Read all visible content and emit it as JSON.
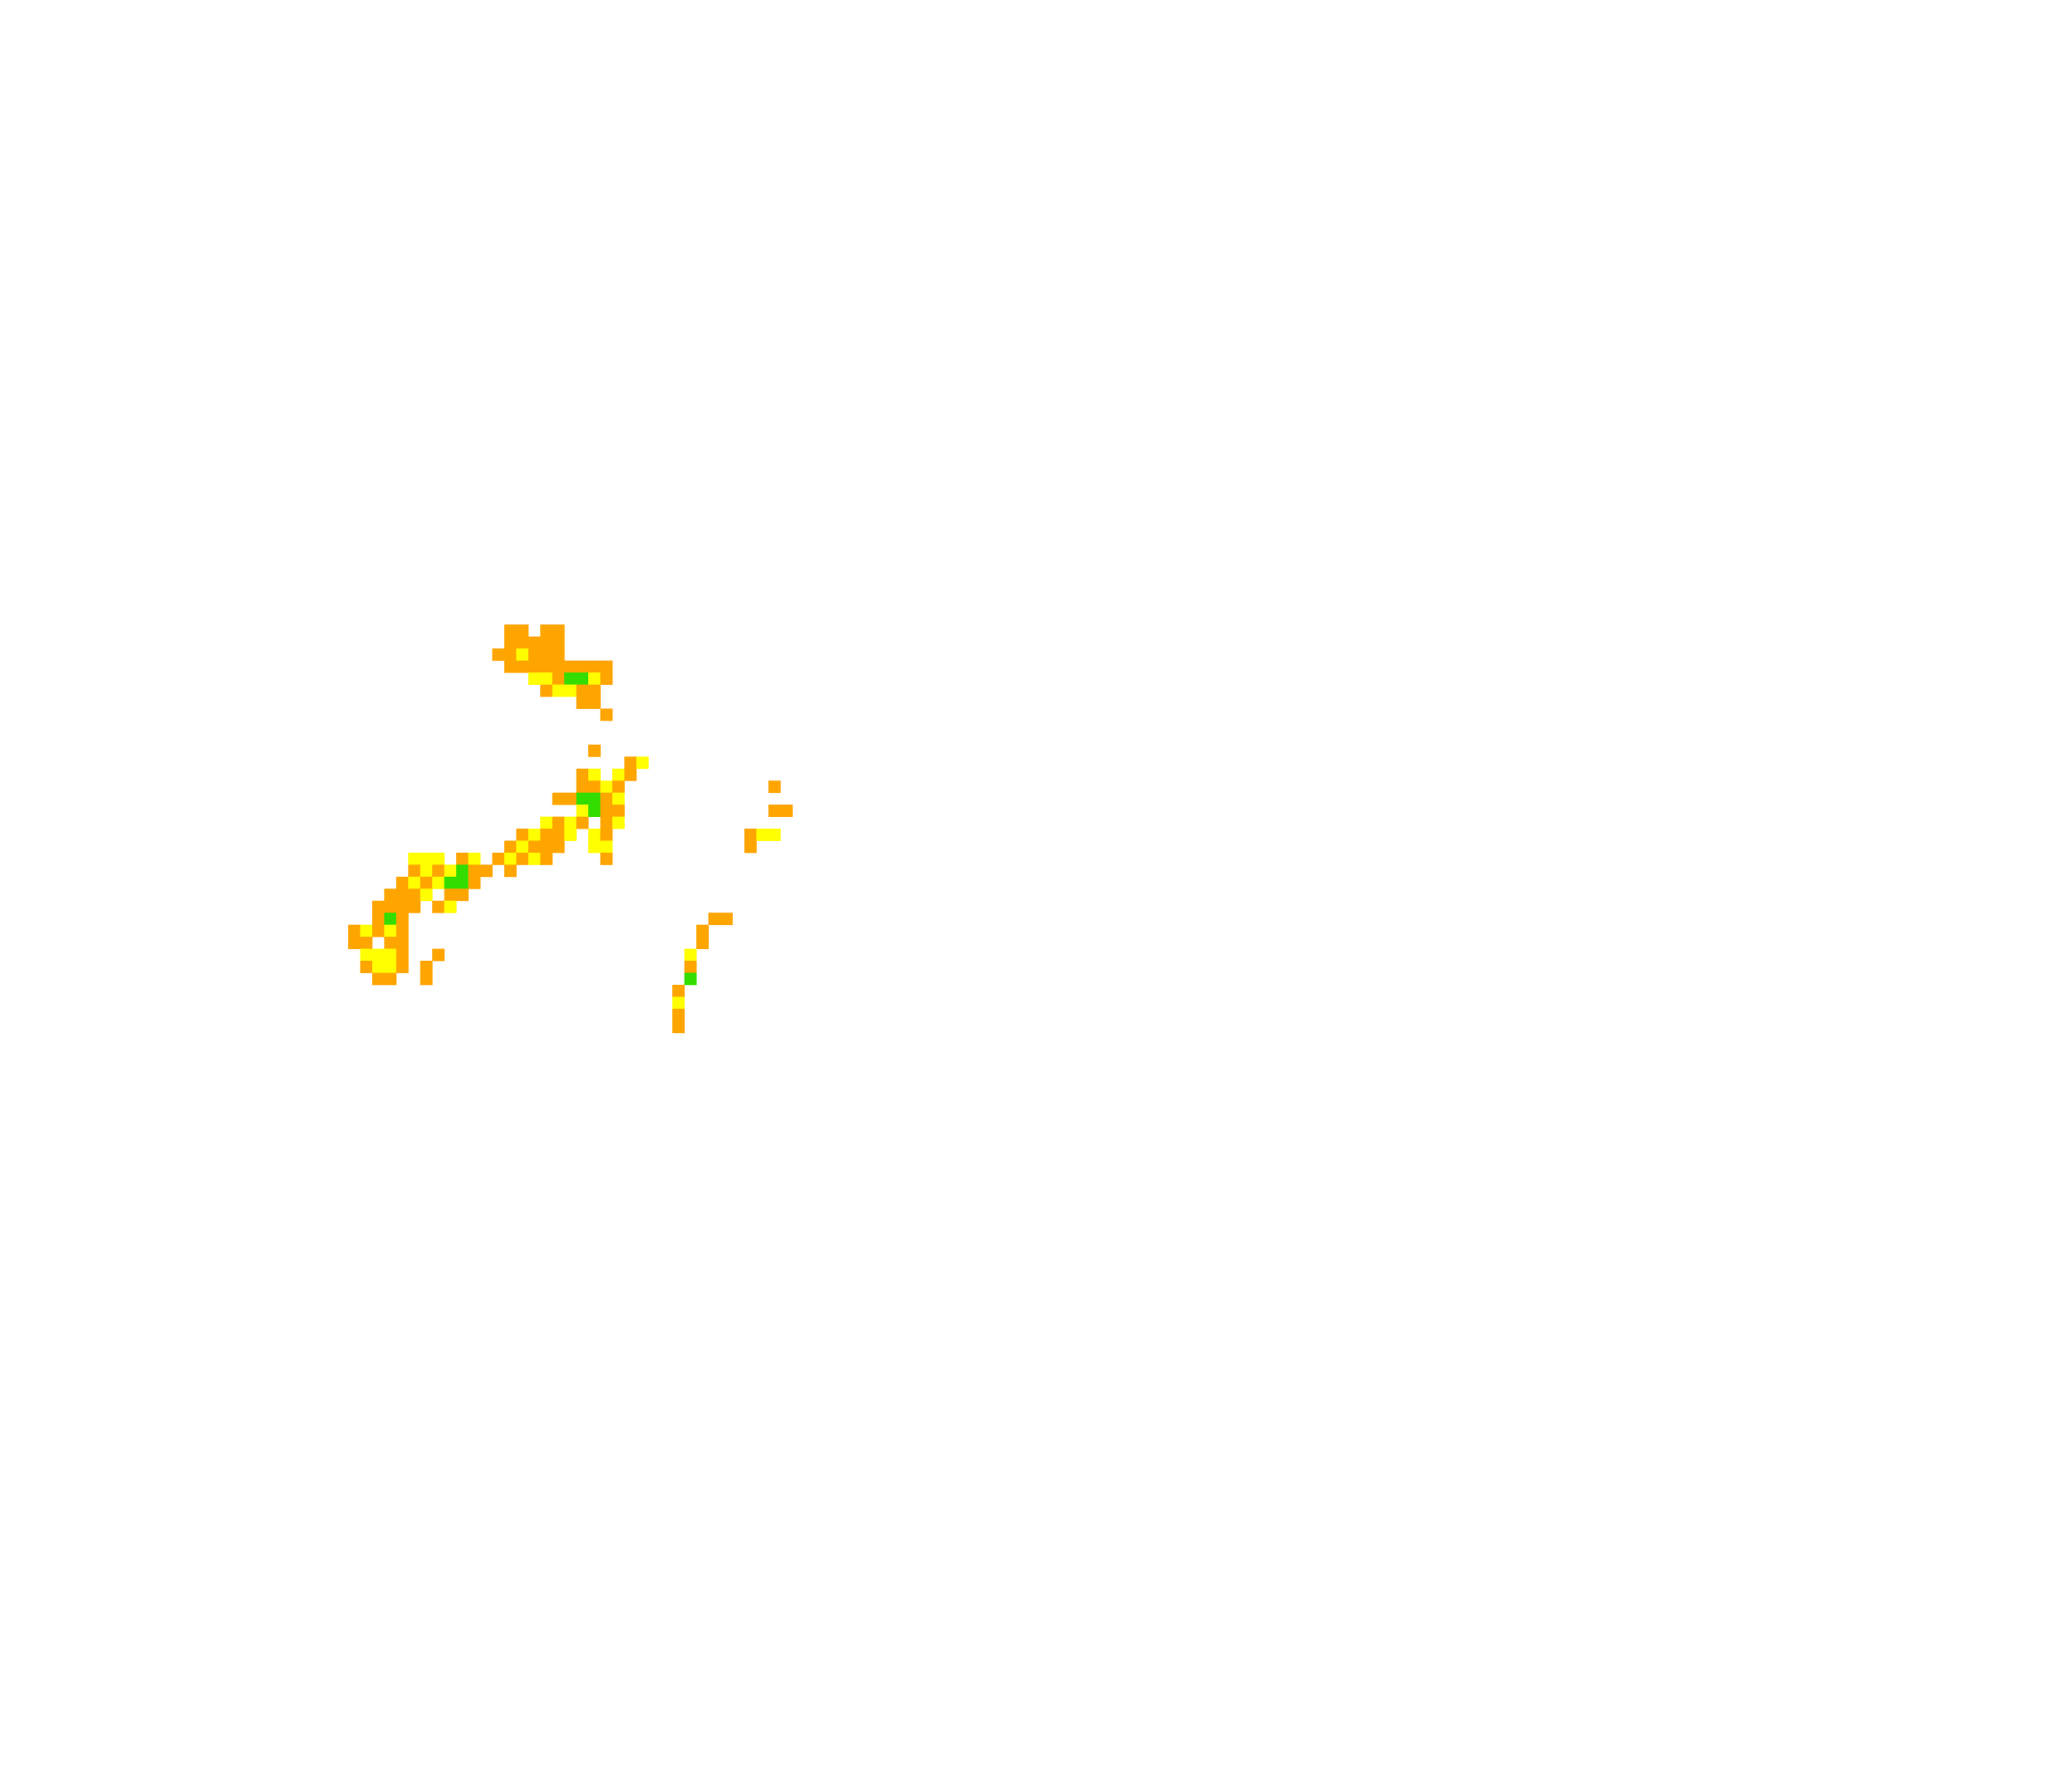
{
  "overlay": {
    "background": "#ffffff",
    "legend_colors": {
      "orange": "#ffa500",
      "yellow": "#ffff00",
      "green": "#33dd00"
    },
    "cell_grid": {
      "width": 171,
      "height": 149
    },
    "clusters": [
      {
        "name": "north-blob",
        "cells": [
          [
            42,
            52,
            "orange"
          ],
          [
            43,
            52,
            "orange"
          ],
          [
            45,
            52,
            "orange"
          ],
          [
            46,
            52,
            "orange"
          ],
          [
            42,
            53,
            "orange"
          ],
          [
            43,
            53,
            "orange"
          ],
          [
            44,
            53,
            "orange"
          ],
          [
            45,
            53,
            "orange"
          ],
          [
            46,
            53,
            "orange"
          ],
          [
            41,
            54,
            "orange"
          ],
          [
            42,
            54,
            "orange"
          ],
          [
            43,
            54,
            "yellow"
          ],
          [
            44,
            54,
            "orange"
          ],
          [
            45,
            54,
            "orange"
          ],
          [
            46,
            54,
            "orange"
          ],
          [
            42,
            55,
            "orange"
          ],
          [
            43,
            55,
            "orange"
          ],
          [
            44,
            55,
            "orange"
          ],
          [
            45,
            55,
            "orange"
          ],
          [
            46,
            55,
            "orange"
          ],
          [
            47,
            55,
            "orange"
          ],
          [
            48,
            55,
            "orange"
          ],
          [
            49,
            55,
            "orange"
          ],
          [
            50,
            55,
            "orange"
          ],
          [
            44,
            56,
            "yellow"
          ],
          [
            45,
            56,
            "yellow"
          ],
          [
            46,
            56,
            "orange"
          ],
          [
            47,
            56,
            "green"
          ],
          [
            48,
            56,
            "green"
          ],
          [
            49,
            56,
            "yellow"
          ],
          [
            50,
            56,
            "orange"
          ],
          [
            45,
            57,
            "orange"
          ],
          [
            46,
            57,
            "yellow"
          ],
          [
            47,
            57,
            "yellow"
          ],
          [
            48,
            57,
            "orange"
          ],
          [
            49,
            57,
            "orange"
          ],
          [
            48,
            58,
            "orange"
          ],
          [
            49,
            58,
            "orange"
          ],
          [
            50,
            59,
            "orange"
          ]
        ]
      },
      {
        "name": "middle-blob",
        "cells": [
          [
            49,
            62,
            "orange"
          ],
          [
            52,
            63,
            "orange"
          ],
          [
            53,
            63,
            "yellow"
          ],
          [
            48,
            64,
            "orange"
          ],
          [
            49,
            64,
            "yellow"
          ],
          [
            51,
            64,
            "yellow"
          ],
          [
            52,
            64,
            "orange"
          ],
          [
            48,
            65,
            "orange"
          ],
          [
            49,
            65,
            "orange"
          ],
          [
            50,
            65,
            "yellow"
          ],
          [
            51,
            65,
            "orange"
          ],
          [
            46,
            66,
            "orange"
          ],
          [
            47,
            66,
            "orange"
          ],
          [
            48,
            66,
            "green"
          ],
          [
            49,
            66,
            "green"
          ],
          [
            50,
            66,
            "orange"
          ],
          [
            51,
            66,
            "yellow"
          ],
          [
            48,
            67,
            "yellow"
          ],
          [
            49,
            67,
            "green"
          ],
          [
            50,
            67,
            "orange"
          ],
          [
            51,
            67,
            "orange"
          ],
          [
            45,
            68,
            "yellow"
          ],
          [
            46,
            68,
            "orange"
          ],
          [
            47,
            68,
            "yellow"
          ],
          [
            48,
            68,
            "orange"
          ],
          [
            50,
            68,
            "orange"
          ],
          [
            51,
            68,
            "yellow"
          ],
          [
            43,
            69,
            "orange"
          ],
          [
            44,
            69,
            "yellow"
          ],
          [
            45,
            69,
            "orange"
          ],
          [
            46,
            69,
            "orange"
          ],
          [
            47,
            69,
            "yellow"
          ],
          [
            49,
            69,
            "yellow"
          ],
          [
            50,
            69,
            "orange"
          ],
          [
            42,
            70,
            "orange"
          ],
          [
            43,
            70,
            "yellow"
          ],
          [
            44,
            70,
            "orange"
          ],
          [
            45,
            70,
            "orange"
          ],
          [
            46,
            70,
            "orange"
          ],
          [
            49,
            70,
            "yellow"
          ],
          [
            50,
            70,
            "yellow"
          ],
          [
            41,
            71,
            "orange"
          ],
          [
            42,
            71,
            "yellow"
          ],
          [
            43,
            71,
            "orange"
          ],
          [
            44,
            71,
            "yellow"
          ],
          [
            45,
            71,
            "orange"
          ],
          [
            50,
            71,
            "orange"
          ],
          [
            42,
            72,
            "orange"
          ]
        ]
      },
      {
        "name": "southwest-blob",
        "cells": [
          [
            34,
            71,
            "yellow"
          ],
          [
            35,
            71,
            "yellow"
          ],
          [
            36,
            71,
            "yellow"
          ],
          [
            38,
            71,
            "orange"
          ],
          [
            39,
            71,
            "yellow"
          ],
          [
            34,
            72,
            "orange"
          ],
          [
            35,
            72,
            "yellow"
          ],
          [
            36,
            72,
            "orange"
          ],
          [
            37,
            72,
            "yellow"
          ],
          [
            38,
            72,
            "green"
          ],
          [
            39,
            72,
            "orange"
          ],
          [
            40,
            72,
            "orange"
          ],
          [
            33,
            73,
            "orange"
          ],
          [
            34,
            73,
            "yellow"
          ],
          [
            35,
            73,
            "orange"
          ],
          [
            36,
            73,
            "yellow"
          ],
          [
            37,
            73,
            "green"
          ],
          [
            38,
            73,
            "green"
          ],
          [
            39,
            73,
            "orange"
          ],
          [
            32,
            74,
            "orange"
          ],
          [
            33,
            74,
            "orange"
          ],
          [
            34,
            74,
            "orange"
          ],
          [
            35,
            74,
            "yellow"
          ],
          [
            37,
            74,
            "orange"
          ],
          [
            38,
            74,
            "orange"
          ],
          [
            31,
            75,
            "orange"
          ],
          [
            32,
            75,
            "orange"
          ],
          [
            33,
            75,
            "orange"
          ],
          [
            34,
            75,
            "orange"
          ],
          [
            36,
            75,
            "orange"
          ],
          [
            37,
            75,
            "yellow"
          ],
          [
            31,
            76,
            "orange"
          ],
          [
            32,
            76,
            "green"
          ],
          [
            33,
            76,
            "orange"
          ],
          [
            29,
            77,
            "orange"
          ],
          [
            30,
            77,
            "yellow"
          ],
          [
            31,
            77,
            "orange"
          ],
          [
            32,
            77,
            "yellow"
          ],
          [
            33,
            77,
            "orange"
          ],
          [
            29,
            78,
            "orange"
          ],
          [
            30,
            78,
            "orange"
          ],
          [
            32,
            78,
            "orange"
          ],
          [
            33,
            78,
            "orange"
          ],
          [
            30,
            79,
            "yellow"
          ],
          [
            31,
            79,
            "yellow"
          ],
          [
            32,
            79,
            "yellow"
          ],
          [
            33,
            79,
            "orange"
          ],
          [
            36,
            79,
            "orange"
          ],
          [
            30,
            80,
            "orange"
          ],
          [
            31,
            80,
            "yellow"
          ],
          [
            32,
            80,
            "yellow"
          ],
          [
            33,
            80,
            "orange"
          ],
          [
            35,
            80,
            "orange"
          ],
          [
            31,
            81,
            "orange"
          ],
          [
            32,
            81,
            "orange"
          ],
          [
            35,
            81,
            "orange"
          ]
        ]
      },
      {
        "name": "east-scatter",
        "cells": [
          [
            64,
            65,
            "orange"
          ],
          [
            64,
            67,
            "orange"
          ],
          [
            65,
            67,
            "orange"
          ],
          [
            62,
            69,
            "orange"
          ],
          [
            63,
            69,
            "yellow"
          ],
          [
            64,
            69,
            "yellow"
          ],
          [
            62,
            70,
            "orange"
          ]
        ]
      },
      {
        "name": "south-streak",
        "cells": [
          [
            59,
            76,
            "orange"
          ],
          [
            60,
            76,
            "orange"
          ],
          [
            58,
            77,
            "orange"
          ],
          [
            58,
            78,
            "orange"
          ],
          [
            57,
            79,
            "yellow"
          ],
          [
            57,
            80,
            "orange"
          ],
          [
            57,
            81,
            "green"
          ],
          [
            56,
            82,
            "orange"
          ],
          [
            56,
            83,
            "yellow"
          ],
          [
            56,
            84,
            "orange"
          ],
          [
            56,
            85,
            "orange"
          ]
        ]
      }
    ]
  }
}
